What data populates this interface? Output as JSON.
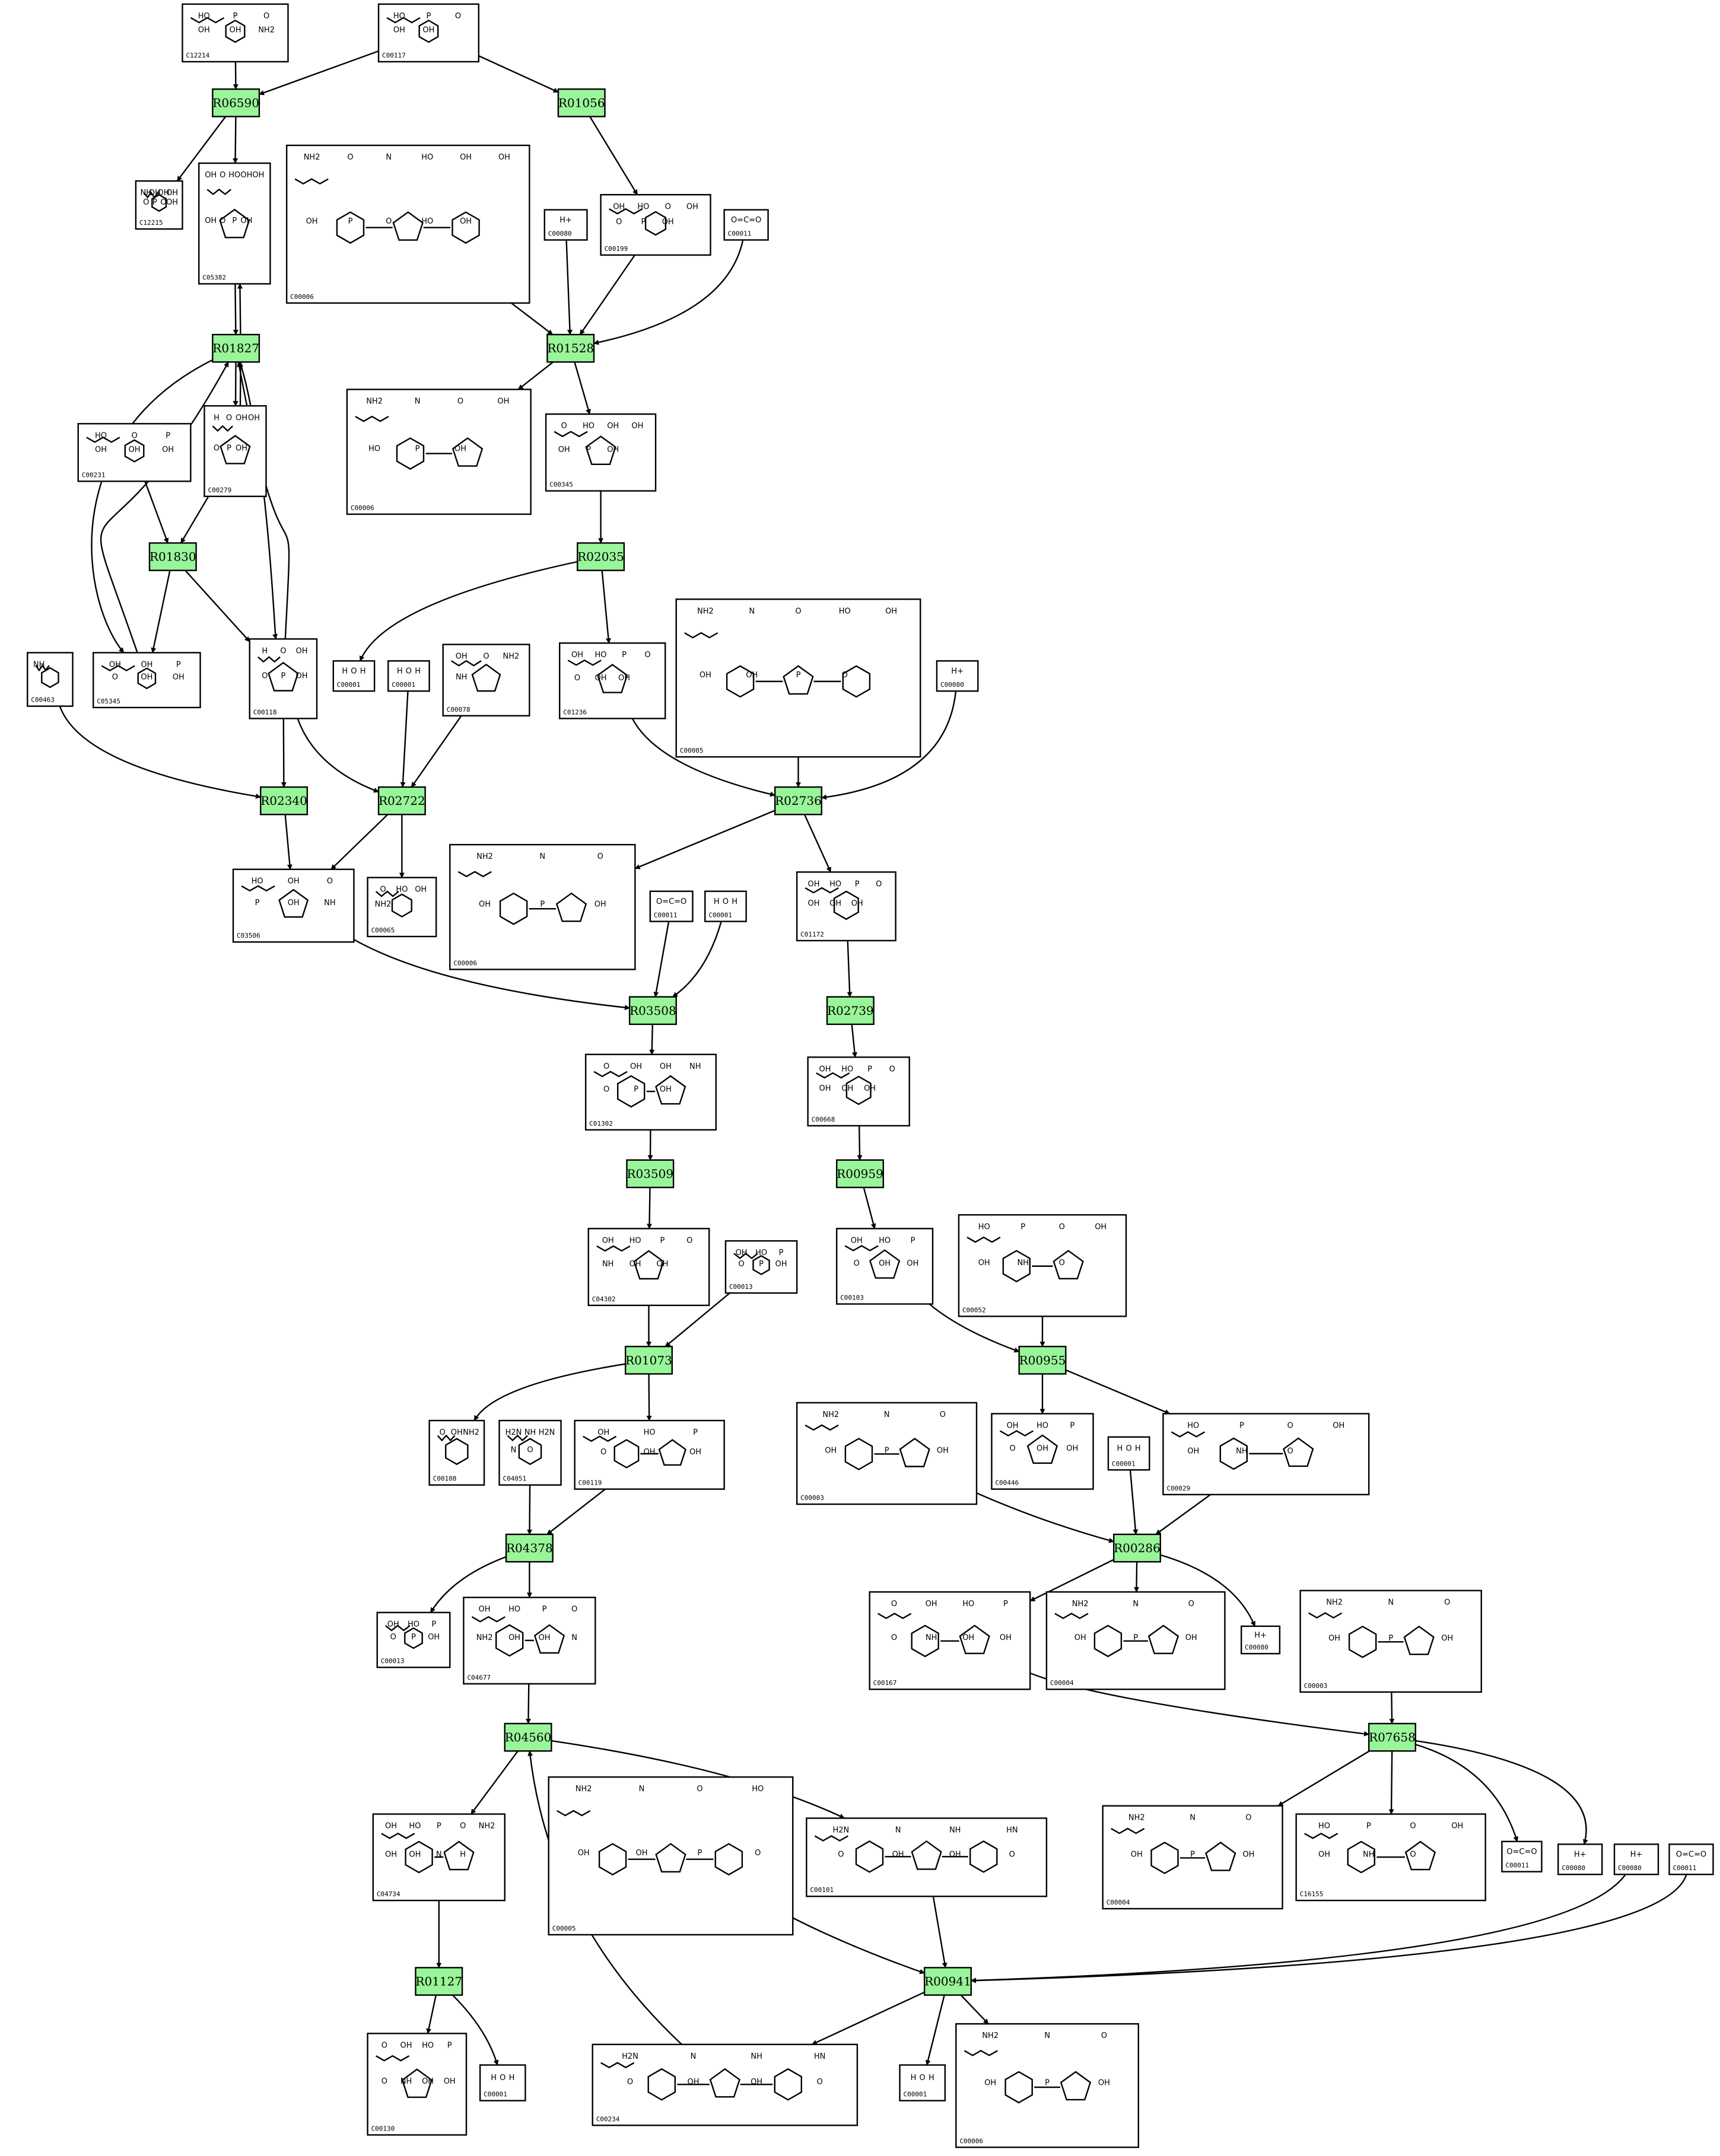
{
  "colors": {
    "reaction_fill": "#99f599",
    "box_stroke": "#000000",
    "background": "#ffffff"
  },
  "reactions": [
    "R06590",
    "R01056",
    "R01827",
    "R01528",
    "R01830",
    "R02035",
    "R02340",
    "R02722",
    "R02736",
    "R03508",
    "R02739",
    "R03509",
    "R00959",
    "R01073",
    "R00955",
    "R04378",
    "R00286",
    "R04560",
    "R07658",
    "R01127",
    "R00941"
  ],
  "compounds": {
    "n1": {
      "id": "C12214",
      "formula": [
        "HO",
        "P",
        "O",
        "OH",
        "OH",
        "NH2"
      ]
    },
    "n2": {
      "id": "C00117",
      "formula": [
        "HO",
        "P",
        "O",
        "OH",
        "OH"
      ]
    },
    "n3": {
      "id": "C12215",
      "formula": [
        "NH",
        "OH",
        "OH",
        "OH",
        "O",
        "P",
        "O",
        "OH"
      ]
    },
    "n4": {
      "id": "C05382",
      "formula": [
        "OH",
        "O",
        "HO",
        "OH",
        "OH",
        "OH",
        "O",
        "P",
        "OH"
      ]
    },
    "n5": {
      "id": "C00006",
      "formula": [
        "NH2",
        "O",
        "N",
        "HO",
        "OH",
        "OH",
        "OH",
        "P",
        "O",
        "HO",
        "OH"
      ]
    },
    "n6": {
      "id": "C00080",
      "formula": [
        "H+"
      ]
    },
    "n7": {
      "id": "C00199",
      "formula": [
        "OH",
        "HO",
        "O",
        "OH",
        "O",
        "P",
        "OH"
      ]
    },
    "n8": {
      "id": "C00011",
      "formula": [
        "O",
        "C",
        "O"
      ]
    },
    "n9": {
      "id": "C00231",
      "formula": [
        "HO",
        "O",
        "P",
        "OH",
        "OH",
        "OH"
      ]
    },
    "n10": {
      "id": "C00279",
      "formula": [
        "H",
        "O",
        "OH",
        "OH",
        "O",
        "P",
        "OH"
      ]
    },
    "n11": {
      "id": "C00006",
      "formula": [
        "NH2",
        "N",
        "O",
        "OH",
        "HO",
        "P",
        "OH"
      ]
    },
    "n12": {
      "id": "C00345",
      "formula": [
        "O",
        "HO",
        "OH",
        "OH",
        "OH",
        "P",
        "OH"
      ]
    },
    "n13": {
      "id": "C00463",
      "formula": [
        "NH"
      ]
    },
    "n14": {
      "id": "C05345",
      "formula": [
        "OH",
        "OH",
        "P",
        "O",
        "OH",
        "OH"
      ]
    },
    "n15": {
      "id": "C00118",
      "formula": [
        "H",
        "O",
        "OH",
        "O",
        "P",
        "OH"
      ]
    },
    "n16": {
      "id": "C00001",
      "formula": [
        "H",
        "O",
        "H"
      ]
    },
    "n17": {
      "id": "C00001",
      "formula": [
        "H",
        "O",
        "H"
      ]
    },
    "n18": {
      "id": "C00078",
      "formula": [
        "OH",
        "O",
        "NH2",
        "NH"
      ]
    },
    "n19": {
      "id": "C01236",
      "formula": [
        "OH",
        "HO",
        "P",
        "O",
        "O",
        "OH",
        "OH"
      ]
    },
    "n20": {
      "id": "C00005",
      "formula": [
        "NH2",
        "N",
        "O",
        "HO",
        "OH",
        "OH",
        "OH",
        "P",
        "O"
      ]
    },
    "n21": {
      "id": "C00080",
      "formula": [
        "H+"
      ]
    },
    "n22": {
      "id": "C03506",
      "formula": [
        "HO",
        "OH",
        "O",
        "P",
        "OH",
        "NH"
      ]
    },
    "n23": {
      "id": "C00065",
      "formula": [
        "O",
        "HO",
        "OH",
        "NH2"
      ]
    },
    "n24": {
      "id": "C00006",
      "formula": [
        "NH2",
        "N",
        "O",
        "OH",
        "P",
        "OH"
      ]
    },
    "n25": {
      "id": "C00011",
      "formula": [
        "O",
        "C",
        "O"
      ]
    },
    "n26": {
      "id": "C00001",
      "formula": [
        "H",
        "O",
        "H"
      ]
    },
    "n27": {
      "id": "C01172",
      "formula": [
        "OH",
        "HO",
        "P",
        "O",
        "OH",
        "OH",
        "OH"
      ]
    },
    "n28": {
      "id": "C01302",
      "formula": [
        "O",
        "OH",
        "OH",
        "NH",
        "O",
        "P",
        "OH"
      ]
    },
    "n29": {
      "id": "C00668",
      "formula": [
        "OH",
        "HO",
        "P",
        "O",
        "OH",
        "OH",
        "OH"
      ]
    },
    "n30": {
      "id": "C04302",
      "formula": [
        "OH",
        "HO",
        "P",
        "O",
        "NH",
        "OH",
        "OH"
      ]
    },
    "n31": {
      "id": "C00013",
      "formula": [
        "OH",
        "HO",
        "P",
        "O",
        "P",
        "OH"
      ]
    },
    "n32": {
      "id": "C00103",
      "formula": [
        "OH",
        "HO",
        "P",
        "O",
        "OH",
        "OH"
      ]
    },
    "n33": {
      "id": "C00052",
      "formula": [
        "HO",
        "P",
        "O",
        "OH",
        "OH",
        "NH",
        "O"
      ]
    },
    "n34": {
      "id": "C00108",
      "formula": [
        "O",
        "OH",
        "NH2"
      ]
    },
    "n35": {
      "id": "C04051",
      "formula": [
        "H2N",
        "NH",
        "H2N",
        "N",
        "O"
      ]
    },
    "n36": {
      "id": "C00119",
      "formula": [
        "OH",
        "HO",
        "P",
        "O",
        "OH",
        "OH"
      ]
    },
    "n37": {
      "id": "C00003",
      "formula": [
        "NH2",
        "N",
        "O",
        "OH",
        "P",
        "OH"
      ]
    },
    "n38": {
      "id": "C00446",
      "formula": [
        "OH",
        "HO",
        "P",
        "O",
        "OH",
        "OH"
      ]
    },
    "n39": {
      "id": "C00001",
      "formula": [
        "H",
        "O",
        "H"
      ]
    },
    "n40": {
      "id": "C00029",
      "formula": [
        "HO",
        "P",
        "O",
        "OH",
        "OH",
        "NH",
        "O"
      ]
    },
    "n41": {
      "id": "C00013",
      "formula": [
        "OH",
        "HO",
        "P",
        "O",
        "P",
        "OH"
      ]
    },
    "n42": {
      "id": "C04677",
      "formula": [
        "OH",
        "HO",
        "P",
        "O",
        "NH2",
        "OH",
        "OH",
        "N"
      ]
    },
    "n43": {
      "id": "C00167",
      "formula": [
        "O",
        "OH",
        "HO",
        "P",
        "O",
        "NH",
        "OH",
        "OH"
      ]
    },
    "n44": {
      "id": "C00004",
      "formula": [
        "NH2",
        "N",
        "O",
        "OH",
        "P",
        "OH"
      ]
    },
    "n45": {
      "id": "C00080",
      "formula": [
        "H+"
      ]
    },
    "n46": {
      "id": "C00003",
      "formula": [
        "NH2",
        "N",
        "O",
        "OH",
        "P",
        "OH"
      ]
    },
    "n47": {
      "id": "C04734",
      "formula": [
        "OH",
        "HO",
        "P",
        "O",
        "NH2",
        "OH",
        "OH",
        "N",
        "H"
      ]
    },
    "n48": {
      "id": "C00005",
      "formula": [
        "NH2",
        "N",
        "O",
        "HO",
        "OH",
        "OH",
        "P",
        "O"
      ]
    },
    "n49": {
      "id": "C00101",
      "formula": [
        "H2N",
        "N",
        "NH",
        "HN",
        "O",
        "OH",
        "OH",
        "O"
      ]
    },
    "n50": {
      "id": "C00004",
      "formula": [
        "NH2",
        "N",
        "O",
        "OH",
        "P",
        "OH"
      ]
    },
    "n51": {
      "id": "C16155",
      "formula": [
        "HO",
        "P",
        "O",
        "OH",
        "OH",
        "NH",
        "O"
      ]
    },
    "n52": {
      "id": "C00011",
      "formula": [
        "O",
        "C",
        "O"
      ]
    },
    "n53": {
      "id": "C00080",
      "formula": [
        "H+"
      ]
    },
    "n54": {
      "id": "C00080",
      "formula": [
        "H+"
      ]
    },
    "n55": {
      "id": "C00011",
      "formula": [
        "O",
        "C",
        "O"
      ]
    },
    "n56": {
      "id": "C00130",
      "formula": [
        "O",
        "OH",
        "HO",
        "P",
        "O",
        "NH",
        "OH",
        "OH"
      ]
    },
    "n57": {
      "id": "C00001",
      "formula": [
        "H",
        "O",
        "H"
      ]
    },
    "n58": {
      "id": "C00234",
      "formula": [
        "H2N",
        "N",
        "NH",
        "HN",
        "O",
        "OH",
        "OH",
        "O"
      ]
    },
    "n59": {
      "id": "C00001",
      "formula": [
        "H",
        "O",
        "H"
      ]
    },
    "n60": {
      "id": "C00006",
      "formula": [
        "NH2",
        "N",
        "O",
        "OH",
        "P",
        "OH"
      ]
    }
  }
}
